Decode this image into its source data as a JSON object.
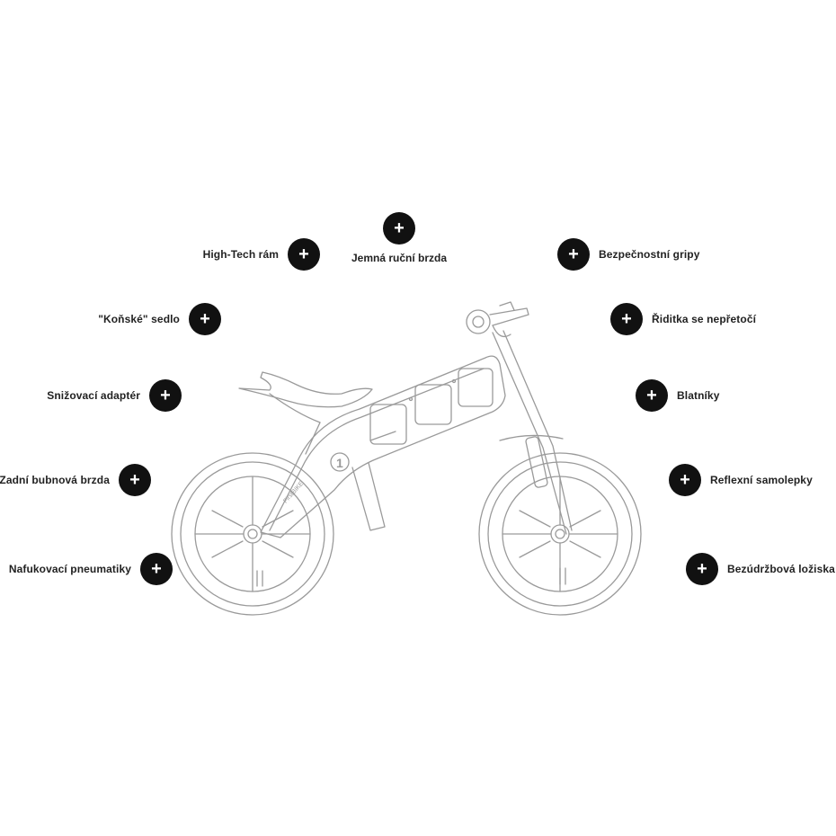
{
  "features": {
    "frame": "High-Tech rám",
    "hand_brake": "Jemná ruční brzda",
    "grips": "Bezpečnostní gripy",
    "saddle": "\"Koňské\" sedlo",
    "handlebar": "Řiditka se nepřetočí",
    "seat_adapter": "Snižovací adaptér",
    "fenders": "Blatníky",
    "drum_brake": "Zadní bubnová brzda",
    "reflective": "Reflexní samolepky",
    "tires": "Nafukovací pneumatiky",
    "bearings": "Bezúdržbová ložiska"
  },
  "plus_symbol": "+",
  "bike_logo": "FirstBIKE",
  "bike_number": "1"
}
